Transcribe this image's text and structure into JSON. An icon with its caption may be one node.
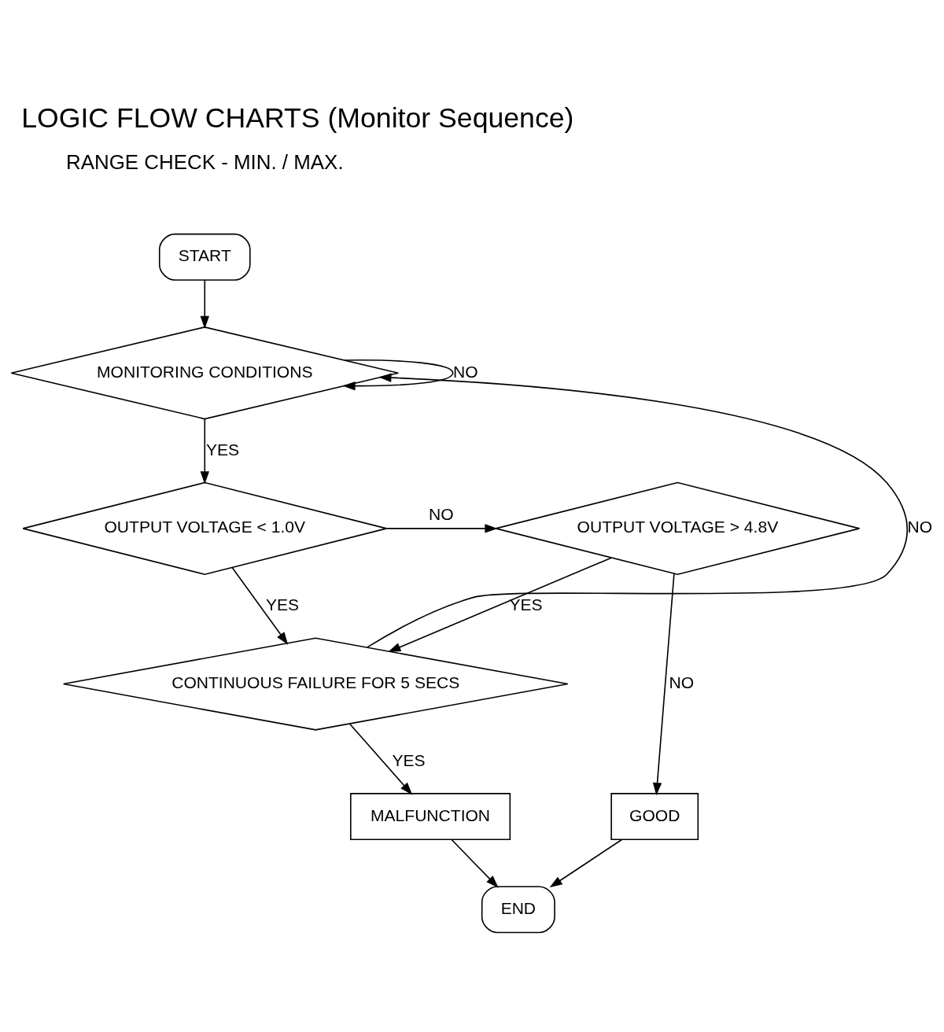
{
  "diagram": {
    "title": "LOGIC FLOW CHARTS (Monitor Sequence)",
    "nodes": [
      {
        "text": [
          "START"
        ]
      },
      {
        "text": [
          "MONITORING CONDITIONS"
        ]
      },
      {
        "text": [
          "OUTPUT VOLTAGE < 1.0V"
        ]
      },
      {
        "text": [
          "OUTPUT VOLTAGE > 4.8V"
        ]
      },
      {
        "text": [
          "CONTINUOUS FAILURE FOR 5 SECS"
        ]
      },
      {
        "text": [
          "MALFUNCTION"
        ]
      },
      {
        "text": [
          "GOOD"
        ]
      },
      {
        "text": [
          "END"
        ]
      }
    ],
    "edges": [
      {
        "from": 0,
        "to": 1,
        "arrow": "to"
      },
      {
        "from": 1,
        "to": 1,
        "arrow": "to",
        "label": "NO"
      },
      {
        "from": 1,
        "to": 2,
        "arrow": "to",
        "label": "YES"
      },
      {
        "from": 2,
        "to": 3,
        "arrow": "to",
        "label": "NO"
      },
      {
        "from": 2,
        "to": 4,
        "arrow": "to",
        "label": "YES"
      },
      {
        "from": 3,
        "to": 4,
        "arrow": "to",
        "label": "YES"
      },
      {
        "from": 3,
        "to": 6,
        "arrow": "to",
        "label": "NO"
      },
      {
        "from": 4,
        "to": 1,
        "arrow": "to",
        "label": "NO"
      },
      {
        "from": 4,
        "to": 5,
        "arrow": "to",
        "label": "YES"
      },
      {
        "from": 5,
        "to": 7,
        "arrow": "to"
      },
      {
        "from": 6,
        "to": 7,
        "arrow": "to"
      }
    ],
    "labels": [
      "RANGE CHECK - MIN. / MAX."
    ]
  }
}
